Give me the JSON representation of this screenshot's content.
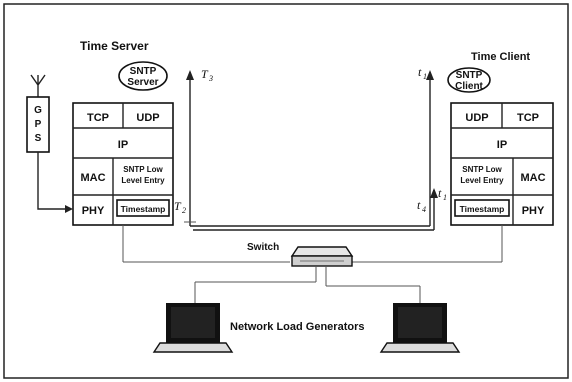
{
  "server": {
    "title": "Time Server",
    "sntp_line1": "SNTP",
    "sntp_line2": "Server",
    "tcp": "TCP",
    "udp": "UDP",
    "ip": "IP",
    "mac": "MAC",
    "low_level_line1": "SNTP Low",
    "low_level_line2": "Level Entry",
    "phy": "PHY",
    "timestamp": "Timestamp"
  },
  "gps": {
    "letters": [
      "G",
      "P",
      "S"
    ]
  },
  "client": {
    "title": "Time Client",
    "sntp_line1": "SNTP",
    "sntp_line2": "Client",
    "udp": "UDP",
    "tcp": "TCP",
    "ip": "IP",
    "low_level_line1": "SNTP Low",
    "low_level_line2": "Level Entry",
    "mac": "MAC",
    "timestamp": "Timestamp",
    "phy": "PHY"
  },
  "times": {
    "T3": "T",
    "T3_sub": "3",
    "T2": "T",
    "T2_sub": "2",
    "t1": "t",
    "t1_sub": "1",
    "t4": "t",
    "t4_sub": "4",
    "t1b": "t",
    "t1b_sub": "1"
  },
  "switch_label": "Switch",
  "load_label": "Network Load Generators"
}
